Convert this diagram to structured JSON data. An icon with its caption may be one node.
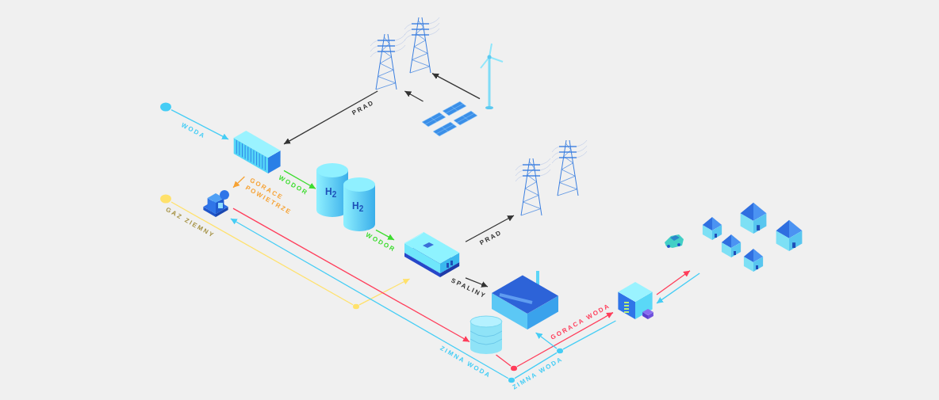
{
  "diagram": {
    "nodes": [
      {
        "text": [],
        "shape": "circle"
      },
      {
        "text": [],
        "shape": "circle"
      },
      {
        "text": [],
        "shape": "picture"
      },
      {
        "text": [],
        "shape": "picture"
      },
      {
        "text": [],
        "shape": "picture"
      },
      {
        "text": [],
        "shape": "picture"
      },
      {
        "text": [
          "H$_{2}$"
        ]
      },
      {
        "text": [
          "H$_{2}$"
        ]
      },
      {
        "text": [],
        "shape": "picture"
      },
      {
        "text": [],
        "shape": "picture"
      },
      {
        "text": [],
        "shape": "picture"
      },
      {
        "text": [],
        "shape": "picture"
      },
      {
        "text": [],
        "shape": "picture"
      },
      {
        "text": [],
        "shape": "picture"
      },
      {
        "text": [],
        "shape": "picture"
      },
      {
        "text": [],
        "shape": "circle"
      },
      {
        "text": [],
        "shape": "circle"
      },
      {
        "text": [],
        "shape": "circle"
      },
      {
        "text": [],
        "shape": "circle"
      }
    ],
    "edges": [
      {
        "from": 0,
        "to": 5,
        "arrow": "to",
        "label": "WODA"
      },
      {
        "from": 2,
        "to": 5,
        "arrow": "to",
        "label": "PRAD",
        "color": "#333333"
      },
      {
        "from": 4,
        "to": 2,
        "arrow": "to",
        "color": "#333333"
      },
      {
        "from": 3,
        "to": 2,
        "arrow": "to",
        "color": "#333333"
      },
      {
        "from": 5,
        "to": 6,
        "arrow": "to",
        "label": "WODOR",
        "color": "#3ddc2f"
      },
      {
        "from": 5,
        "to": 8,
        "arrow": "to",
        "label": "GORACE POWIETRZE",
        "color": "#f6a233"
      },
      {
        "from": 1,
        "to": 15,
        "arrow": "none",
        "label": "GAZ ZIEMNY",
        "color": "#ffe16b"
      },
      {
        "from": 7,
        "to": 9,
        "arrow": "to",
        "label": "WODOR",
        "color": "#3ddc2f"
      },
      {
        "from": 9,
        "to": 10,
        "arrow": "to",
        "label": "PRAD",
        "color": "#333333"
      },
      {
        "from": 9,
        "to": 11,
        "arrow": "to",
        "label": "SPALINY",
        "color": "#333333"
      },
      {
        "from": 15,
        "to": 9,
        "arrow": "to",
        "color": "#ffe16b"
      },
      {
        "from": 8,
        "to": 12,
        "arrow": "to",
        "color": "#ff3d5a"
      },
      {
        "from": 12,
        "to": 16,
        "arrow": "none",
        "color": "#ff3d5a"
      },
      {
        "from": 16,
        "to": 13,
        "arrow": "to",
        "label": "GORACA WODA",
        "color": "#ff3d5a"
      },
      {
        "from": 17,
        "to": 8,
        "arrow": "to",
        "label": "ZIMNA WODA"
      },
      {
        "from": 17,
        "to": 18,
        "arrow": "none",
        "label": "ZIMNA WODA"
      },
      {
        "from": 18,
        "to": 11,
        "arrow": "to"
      },
      {
        "from": 18,
        "to": 13,
        "arrow": "none"
      },
      {
        "from": 13,
        "to": 14,
        "arrow": "to",
        "color": "#ff3d5a"
      },
      {
        "from": 14,
        "to": 13,
        "arrow": "to"
      }
    ]
  }
}
